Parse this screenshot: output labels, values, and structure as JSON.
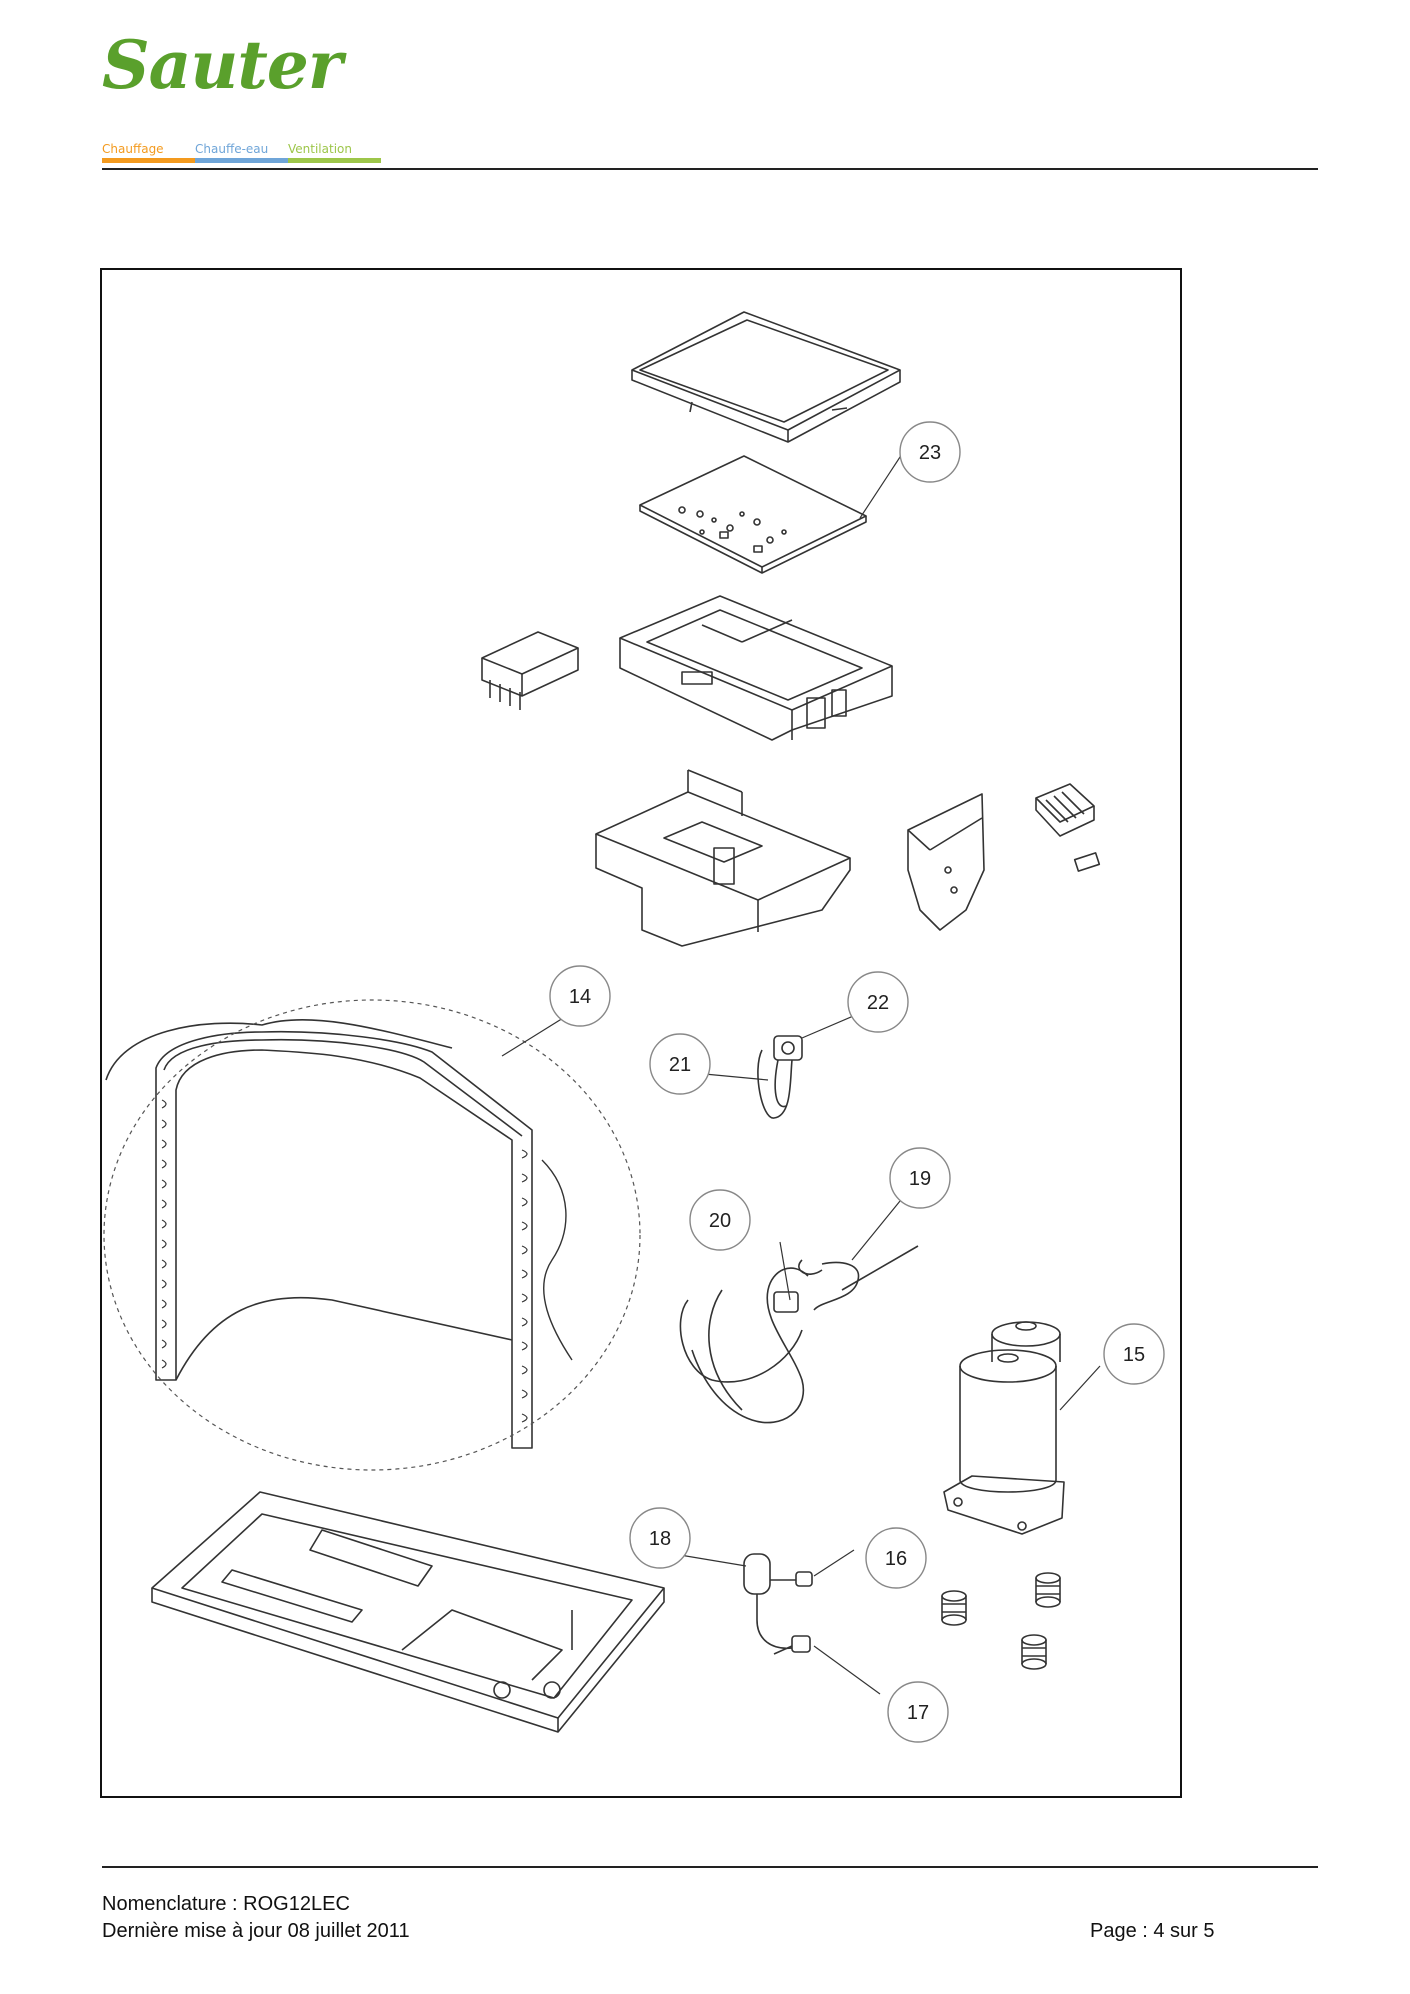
{
  "header": {
    "brand": "Sauter",
    "brand_color": "#5aa02c",
    "tabs": [
      {
        "label": "Chauffage",
        "color": "#f39a1e"
      },
      {
        "label": "Chauffe-eau",
        "color": "#6fa5d8"
      },
      {
        "label": "Ventilation",
        "color": "#9dc64a"
      }
    ]
  },
  "diagram": {
    "callouts": [
      "23",
      "14",
      "22",
      "21",
      "19",
      "20",
      "15",
      "18",
      "16",
      "17"
    ]
  },
  "footer": {
    "nomenclature": "Nomenclature : ROG12LEC",
    "updated": "Dernière mise à jour 08 juillet 2011",
    "page": "Page : 4 sur 5"
  }
}
